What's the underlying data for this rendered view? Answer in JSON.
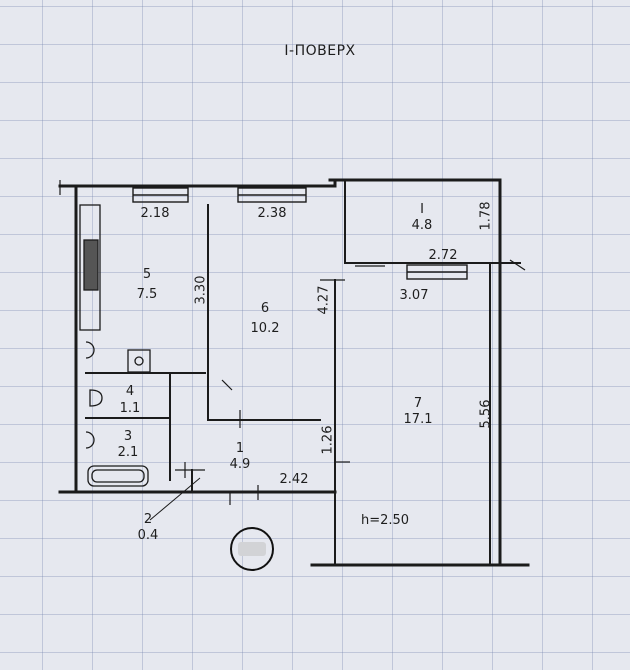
{
  "title": "I-ПОВЕРХ",
  "rooms": [
    {
      "num": "5",
      "area": "7.5"
    },
    {
      "num": "6",
      "area": "10.2"
    },
    {
      "num": "I",
      "area": "4.8"
    },
    {
      "num": "7",
      "area": "17.1"
    },
    {
      "num": "4",
      "area": "1.1"
    },
    {
      "num": "3",
      "area": "2.1"
    },
    {
      "num": "1",
      "area": "4.9"
    },
    {
      "num": "2",
      "area": "0.4"
    }
  ],
  "dimensions": {
    "d1": "2.18",
    "d2": "2.38",
    "d3": "3.30",
    "d4": "4.27",
    "d5": "1.78",
    "d6": "2.72",
    "d7": "3.07",
    "d8": "5.56",
    "d9": "1.26",
    "d10": "2.42"
  },
  "ceiling_height": "h=2.50"
}
